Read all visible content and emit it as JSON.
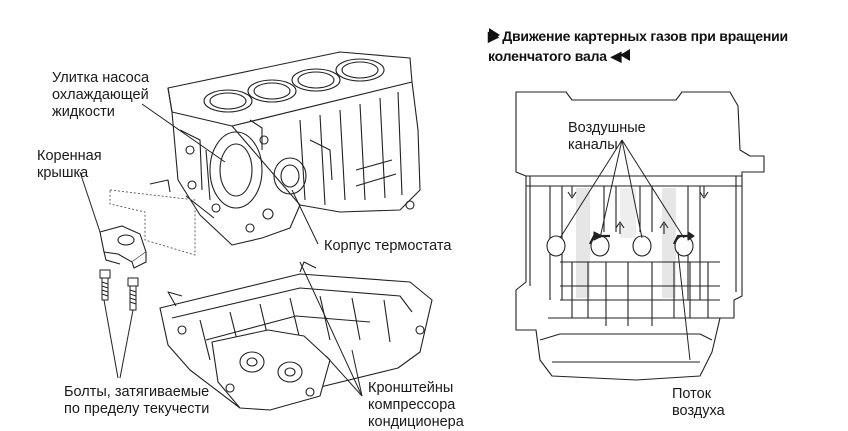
{
  "left_figure": {
    "labels": {
      "pump_volute": [
        "Улитка насоса",
        "охлаждающей",
        "жидкости"
      ],
      "main_cap": [
        "Коренная",
        "крышка"
      ],
      "thermostat_housing": [
        "Корпус термостата"
      ],
      "yield_bolts": [
        "Болты, затягиваемые",
        "по пределу текучести"
      ],
      "ac_brackets": [
        "Кронштейны",
        "компрессора",
        "кондиционера"
      ]
    }
  },
  "right_figure": {
    "title": [
      "▶ Движение картерных газов при вращении",
      "коленчатого вала ◀"
    ],
    "labels": {
      "air_channels": [
        "Воздушные",
        "каналы"
      ],
      "air_flow": [
        "Поток",
        "воздуха"
      ]
    }
  },
  "colors": {
    "line": "#222222",
    "background": "#ffffff"
  }
}
